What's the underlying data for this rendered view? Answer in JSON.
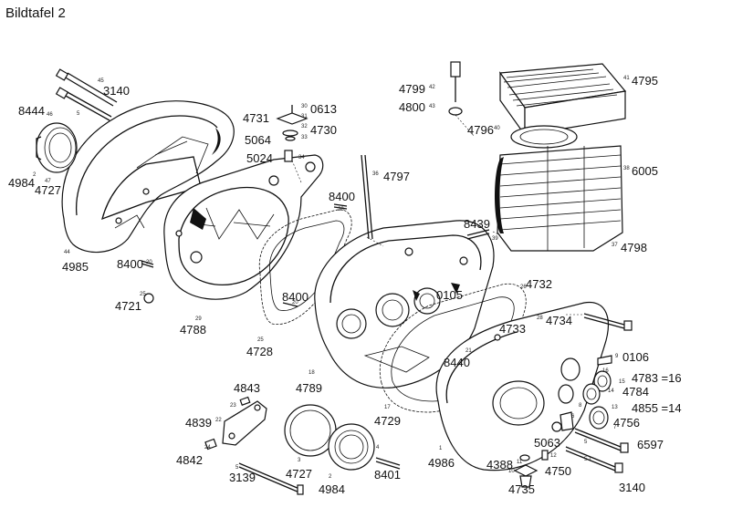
{
  "title": "Bildtafel 2",
  "labels": [
    {
      "id": "p3140a",
      "text": "3140"
    },
    {
      "id": "p8444",
      "text": "8444"
    },
    {
      "id": "p4984a",
      "text": "4984"
    },
    {
      "id": "p4727a",
      "text": "4727"
    },
    {
      "id": "p4985",
      "text": "4985"
    },
    {
      "id": "p8400a",
      "text": "8400"
    },
    {
      "id": "p4721",
      "text": "4721"
    },
    {
      "id": "p4788",
      "text": "4788"
    },
    {
      "id": "p4728",
      "text": "4728"
    },
    {
      "id": "p8400b",
      "text": "8400"
    },
    {
      "id": "p4731",
      "text": "4731"
    },
    {
      "id": "p0613",
      "text": "0613"
    },
    {
      "id": "p4730",
      "text": "4730"
    },
    {
      "id": "p5064",
      "text": "5064"
    },
    {
      "id": "p5024",
      "text": "5024"
    },
    {
      "id": "p4797",
      "text": "4797"
    },
    {
      "id": "p8400c",
      "text": "8400"
    },
    {
      "id": "p4799",
      "text": "4799"
    },
    {
      "id": "p4800",
      "text": "4800"
    },
    {
      "id": "p4795",
      "text": "4795"
    },
    {
      "id": "p4796",
      "text": "4796"
    },
    {
      "id": "p6005",
      "text": "6005"
    },
    {
      "id": "p8439",
      "text": "8439"
    },
    {
      "id": "p4798",
      "text": "4798"
    },
    {
      "id": "p0105",
      "text": "0105"
    },
    {
      "id": "p4732",
      "text": "4732"
    },
    {
      "id": "p4733",
      "text": "4733"
    },
    {
      "id": "p4734",
      "text": "4734"
    },
    {
      "id": "p8440",
      "text": "8440"
    },
    {
      "id": "p0106",
      "text": "0106"
    },
    {
      "id": "p4783",
      "text": "4783 =16"
    },
    {
      "id": "p4784",
      "text": "4784"
    },
    {
      "id": "p4855",
      "text": "4855 =14"
    },
    {
      "id": "p4756",
      "text": "4756"
    },
    {
      "id": "p6597",
      "text": "6597"
    },
    {
      "id": "p3140b",
      "text": "3140"
    },
    {
      "id": "p4789",
      "text": "4789"
    },
    {
      "id": "p4729",
      "text": "4729"
    },
    {
      "id": "p4986",
      "text": "4986"
    },
    {
      "id": "p5063",
      "text": "5063"
    },
    {
      "id": "p4388",
      "text": "4388"
    },
    {
      "id": "p4750",
      "text": "4750"
    },
    {
      "id": "p4735",
      "text": "4735"
    },
    {
      "id": "p4843",
      "text": "4843"
    },
    {
      "id": "p4839",
      "text": "4839"
    },
    {
      "id": "p4842",
      "text": "4842"
    },
    {
      "id": "p3139",
      "text": "3139"
    },
    {
      "id": "p4727b",
      "text": "4727"
    },
    {
      "id": "p4984b",
      "text": "4984"
    },
    {
      "id": "p8401",
      "text": "8401"
    }
  ],
  "refs": [
    {
      "id": "r45",
      "text": "45"
    },
    {
      "id": "r5",
      "text": "5"
    },
    {
      "id": "r46",
      "text": "46"
    },
    {
      "id": "r2a",
      "text": "2"
    },
    {
      "id": "r47",
      "text": "47"
    },
    {
      "id": "r44",
      "text": "44"
    },
    {
      "id": "r20a",
      "text": "20"
    },
    {
      "id": "r25a",
      "text": "25"
    },
    {
      "id": "r29",
      "text": "29"
    },
    {
      "id": "r25b",
      "text": "25"
    },
    {
      "id": "r20b",
      "text": "20"
    },
    {
      "id": "r30",
      "text": "30"
    },
    {
      "id": "r31",
      "text": "31"
    },
    {
      "id": "r32",
      "text": "32"
    },
    {
      "id": "r33",
      "text": "33"
    },
    {
      "id": "r34",
      "text": "34"
    },
    {
      "id": "r36",
      "text": "36"
    },
    {
      "id": "r20c",
      "text": "20"
    },
    {
      "id": "r42",
      "text": "42"
    },
    {
      "id": "r43",
      "text": "43"
    },
    {
      "id": "r41",
      "text": "41"
    },
    {
      "id": "r40",
      "text": "40"
    },
    {
      "id": "r38",
      "text": "38"
    },
    {
      "id": "r39",
      "text": "39"
    },
    {
      "id": "r37",
      "text": "37"
    },
    {
      "id": "r26",
      "text": "26"
    },
    {
      "id": "r28",
      "text": "28"
    },
    {
      "id": "r21",
      "text": "21"
    },
    {
      "id": "r9",
      "text": "9"
    },
    {
      "id": "r16",
      "text": "16"
    },
    {
      "id": "r15",
      "text": "15"
    },
    {
      "id": "r14",
      "text": "14"
    },
    {
      "id": "r13",
      "text": "13"
    },
    {
      "id": "r7",
      "text": "7"
    },
    {
      "id": "r5b",
      "text": "5"
    },
    {
      "id": "r51",
      "text": "5 1"
    },
    {
      "id": "r18",
      "text": "18"
    },
    {
      "id": "r17",
      "text": "17"
    },
    {
      "id": "r1",
      "text": "1"
    },
    {
      "id": "r11",
      "text": "11"
    },
    {
      "id": "r12",
      "text": "12"
    },
    {
      "id": "r10",
      "text": "10"
    },
    {
      "id": "r23",
      "text": "23"
    },
    {
      "id": "r22",
      "text": "22"
    },
    {
      "id": "r24",
      "text": "24"
    },
    {
      "id": "r5c",
      "text": "5"
    },
    {
      "id": "r3",
      "text": "3"
    },
    {
      "id": "r2b",
      "text": "2"
    },
    {
      "id": "r4",
      "text": "4"
    },
    {
      "id": "r6",
      "text": "6"
    },
    {
      "id": "r8",
      "text": "8"
    }
  ]
}
